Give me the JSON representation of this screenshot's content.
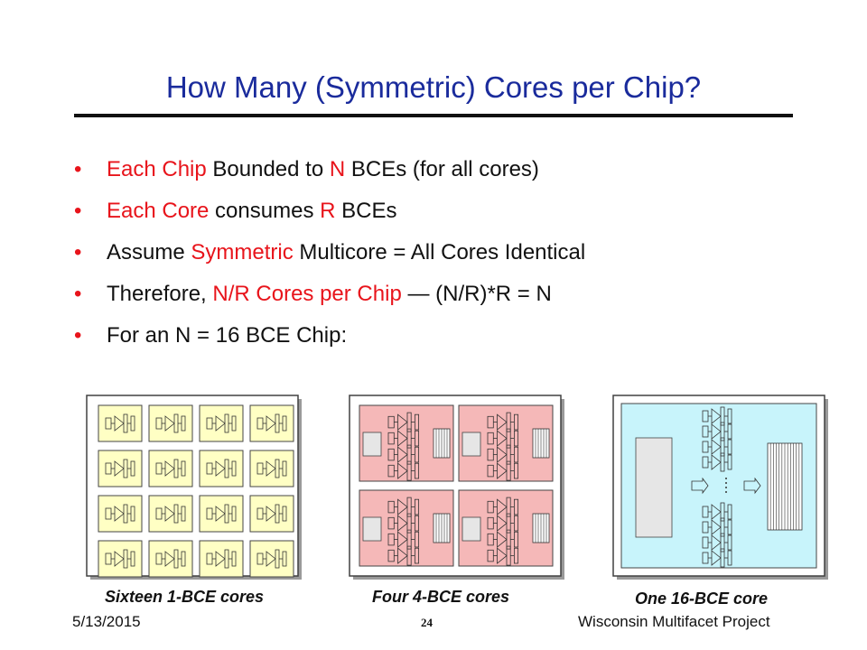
{
  "slide": {
    "title": "How Many (Symmetric) Cores per Chip?",
    "bullets": [
      [
        {
          "t": "Each Chip",
          "red": true
        },
        {
          "t": " Bounded to ",
          "red": false
        },
        {
          "t": "N",
          "red": true
        },
        {
          "t": " BCEs (for all cores)",
          "red": false
        }
      ],
      [
        {
          "t": "Each Core",
          "red": true
        },
        {
          "t": " consumes ",
          "red": false
        },
        {
          "t": "R",
          "red": true
        },
        {
          "t": " BCEs",
          "red": false
        }
      ],
      [
        {
          "t": "Assume ",
          "red": false
        },
        {
          "t": "Symmetric",
          "red": true
        },
        {
          "t": " Multicore = All Cores Identical",
          "red": false
        }
      ],
      [
        {
          "t": "Therefore, ",
          "red": false
        },
        {
          "t": "N/R Cores per Chip",
          "red": true
        },
        {
          "t": " — (N/R)*R = N",
          "red": false
        }
      ],
      [
        {
          "t": "For an N = 16 BCE Chip:",
          "red": false
        }
      ]
    ],
    "bullet_glyph": "•"
  },
  "diagrams": {
    "captions": [
      "Sixteen 1-BCE cores",
      "Four 4-BCE cores",
      "One 16-BCE core"
    ],
    "colors": {
      "small_core": "#ffffc4",
      "medium_core": "#f5b8b8",
      "large_core": "#c8f4fb",
      "chip_border": "#404040",
      "chip_fill": "#ffffff"
    }
  },
  "footer": {
    "date": "5/13/2015",
    "page": "24",
    "project": "Wisconsin Multifacet Project"
  }
}
